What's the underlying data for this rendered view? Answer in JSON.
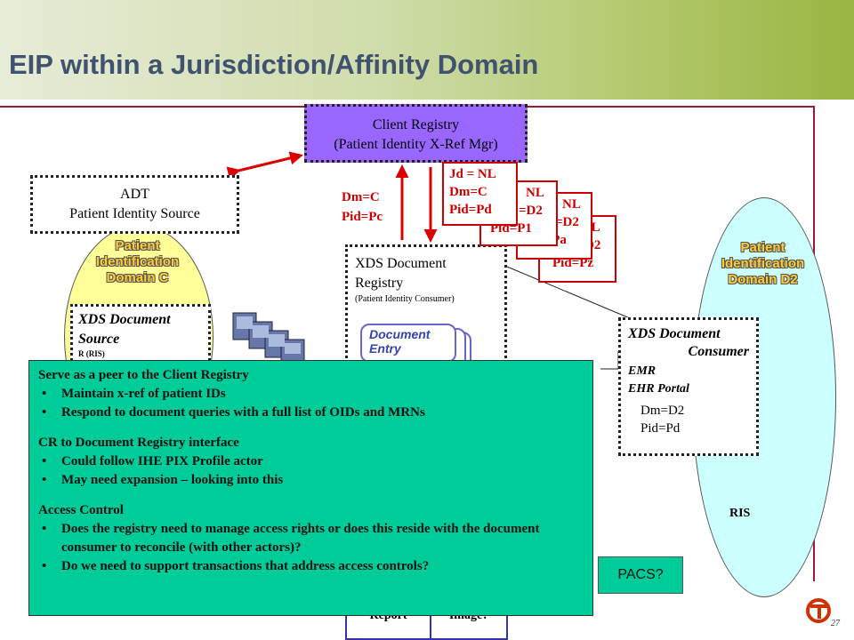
{
  "slide": {
    "title": "EIP within a Jurisdiction/Affinity Domain",
    "page_number": "27"
  },
  "client_registry": {
    "line1": "Client Registry",
    "line2": "(Patient Identity X-Ref Mgr)"
  },
  "adt": {
    "line1": "ADT",
    "line2": "Patient Identity Source"
  },
  "domain_c": {
    "line1": "Patient",
    "line2": "Identification",
    "line3": "Domain C"
  },
  "domain_d2": {
    "line1": "Patient",
    "line2": "Identification",
    "line3": "Domain D2"
  },
  "doc_source": {
    "line1": "XDS Document",
    "line2": "Source",
    "partial": "R     (RIS)"
  },
  "doc_registry": {
    "line1": "XDS Document",
    "line2": "Registry",
    "subtitle": "(Patient Identity Consumer)",
    "entry_line1": "Document",
    "entry_line2": "Entry"
  },
  "doc_consumer": {
    "line1": "XDS Document",
    "line2": "Consumer",
    "system1": "EMR",
    "system2": "EHR Portal",
    "dm": "Dm=D2",
    "pid": "Pid=Pd"
  },
  "registry_feed": {
    "dm": "Dm=C",
    "pid": "Pid=Pc"
  },
  "pid_cards": [
    {
      "line1": "Jd = NL",
      "line2": "Dm=C",
      "line3": "Pid=Pd"
    },
    {
      "line1": "NL",
      "line2": "=D2",
      "line3": "Pid=P1"
    },
    {
      "line1": "NL",
      "line2": "=D2",
      "line3": "Pid=Pa"
    },
    {
      "line1": "JL",
      "line2": "D2",
      "line3": "Pid=Pz"
    }
  ],
  "notes": {
    "heading1": "Serve as a peer to the Client Registry",
    "bullets1": [
      "Maintain x-ref of patient IDs",
      "Respond to document queries with a full list of OIDs and MRNs"
    ],
    "heading2": "CR to Document Registry interface",
    "bullets2": [
      "Could follow IHE PIX Profile actor",
      "May need expansion – looking into this"
    ],
    "heading3": "Access Control",
    "bullets3": [
      "Does the registry need to manage access rights or does this reside with the document consumer to reconcile (with other actors)?",
      "Do we need to support transactions that address access controls?"
    ],
    "bullet_char": "•"
  },
  "pacs": "PACS?",
  "ris": "RIS",
  "bottom_boxes": {
    "left": "Report",
    "right": "Image?"
  },
  "colors": {
    "client_registry": "#9966ff",
    "notes_box": "#00cc99",
    "arrow": "#dd0000",
    "domain_c": "#ffff99",
    "domain_d2": "#ccffff",
    "domain_label": "#ffcc33",
    "accent_line": "#9b1b2d"
  }
}
